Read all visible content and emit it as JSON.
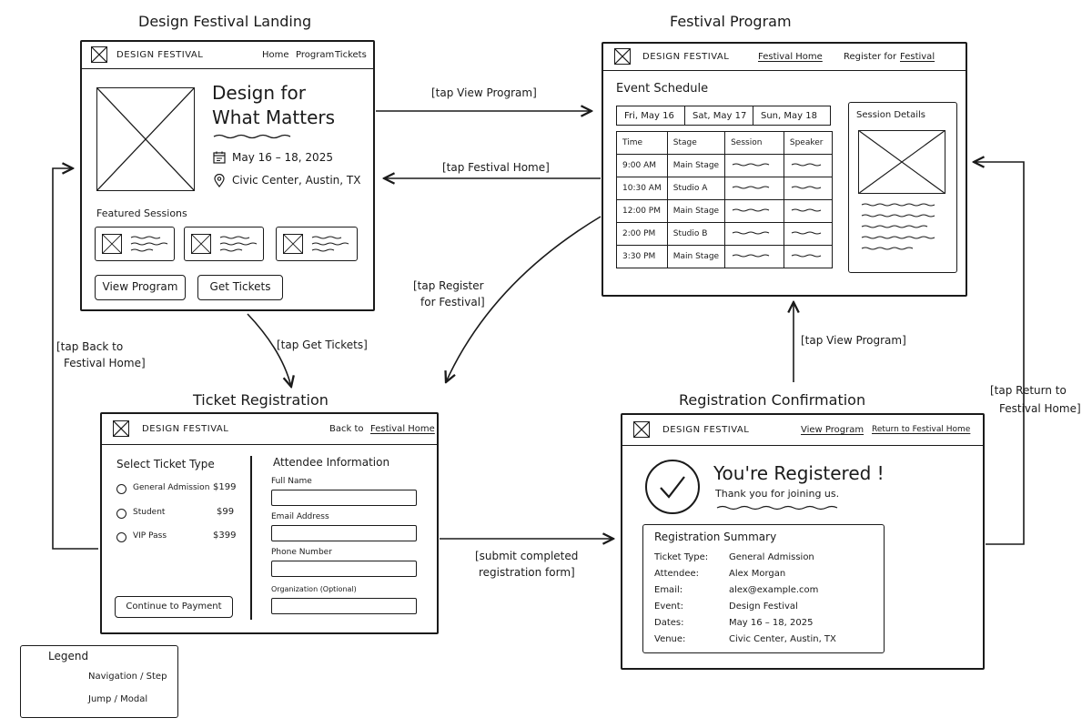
{
  "brand": "DESIGN FESTIVAL",
  "screens": {
    "landing": {
      "title": "Design Festival Landing",
      "nav": [
        "Home",
        "Program",
        "Tickets"
      ],
      "hero_line1": "Design for",
      "hero_line2": "What Matters",
      "date": "May 16 – 18, 2025",
      "location": "Civic Center, Austin, TX",
      "featured_label": "Featured Sessions",
      "buttons": {
        "view_program": "View Program",
        "get_tickets": "Get Tickets"
      }
    },
    "program": {
      "title": "Festival Program",
      "nav": {
        "home": "Festival Home",
        "register_prefix": "Register for",
        "register_link": "Festival"
      },
      "schedule_title": "Event Schedule",
      "tabs": [
        "Fri, May 16",
        "Sat, May 17",
        "Sun, May 18"
      ],
      "columns": [
        "Time",
        "Stage",
        "Session",
        "Speaker"
      ],
      "rows": [
        {
          "time": "9:00 AM",
          "stage": "Main Stage"
        },
        {
          "time": "10:30 AM",
          "stage": "Studio A"
        },
        {
          "time": "12:00 PM",
          "stage": "Main Stage"
        },
        {
          "time": "2:00 PM",
          "stage": "Studio B"
        },
        {
          "time": "3:30 PM",
          "stage": "Main Stage"
        }
      ],
      "details_title": "Session Details"
    },
    "registration": {
      "title": "Ticket Registration",
      "nav": {
        "back_prefix": "Back to",
        "back_link": "Festival Home"
      },
      "ticket_heading": "Select Ticket Type",
      "tickets": [
        {
          "name": "General Admission",
          "price": "$199"
        },
        {
          "name": "Student",
          "price": "$99"
        },
        {
          "name": "VIP Pass",
          "price": "$399"
        }
      ],
      "continue_button": "Continue to Payment",
      "attendee_heading": "Attendee Information",
      "fields": [
        "Full Name",
        "Email Address",
        "Phone Number",
        "Organization (Optional)"
      ]
    },
    "confirmation": {
      "title": "Registration Confirmation",
      "nav": {
        "view_program": "View Program",
        "return_home": "Return to Festival Home"
      },
      "headline": "You're Registered !",
      "subline": "Thank you for joining us.",
      "summary_title": "Registration Summary",
      "summary": [
        {
          "key": "Ticket Type:",
          "value": "General Admission"
        },
        {
          "key": "Attendee:",
          "value": "Alex Morgan"
        },
        {
          "key": "Email:",
          "value": "alex@example.com"
        },
        {
          "key": "Event:",
          "value": "Design Festival"
        },
        {
          "key": "Dates:",
          "value": "May 16 – 18, 2025"
        },
        {
          "key": "Venue:",
          "value": "Civic Center, Austin, TX"
        }
      ]
    }
  },
  "transitions": {
    "landing_to_program": "[tap View Program]",
    "program_to_landing": "[tap Festival Home]",
    "program_to_registration_1": "[tap Register",
    "program_to_registration_2": "for Festival]",
    "landing_to_registration": "[tap Get Tickets]",
    "registration_to_landing_1": "[tap Back to",
    "registration_to_landing_2": "Festival Home]",
    "registration_to_confirmation_1": "[submit completed",
    "registration_to_confirmation_2": "registration form]",
    "confirmation_to_program": "[tap View Program]",
    "confirmation_to_landing_1": "[tap Return to",
    "confirmation_to_landing_2": "Festival Home]"
  },
  "legend": {
    "title": "Legend",
    "solid": "Navigation / Step",
    "dashed": "Jump / Modal"
  },
  "icons": [
    "image-placeholder-icon",
    "calendar-icon",
    "location-pin-icon",
    "checkmark-icon"
  ]
}
